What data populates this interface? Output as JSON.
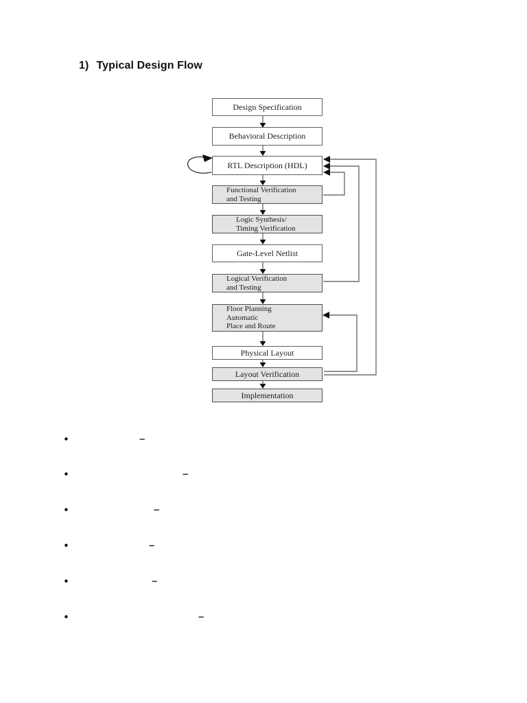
{
  "heading": {
    "number": "1)",
    "title": "Typical Design Flow"
  },
  "flowchart": {
    "boxes": [
      {
        "id": "design-specification",
        "label": "Design Specification",
        "shaded": false
      },
      {
        "id": "behavioral-description",
        "label": "Behavioral Description",
        "shaded": false
      },
      {
        "id": "rtl-description",
        "label": "RTL Description (HDL)",
        "shaded": false
      },
      {
        "id": "functional-verification",
        "label": "Functional Verification\nand Testing",
        "shaded": true
      },
      {
        "id": "logic-synthesis",
        "label": "Logic Synthesis/\nTiming Verification",
        "shaded": true
      },
      {
        "id": "gate-level-netlist",
        "label": "Gate-Level Netlist",
        "shaded": false
      },
      {
        "id": "logical-verification",
        "label": "Logical Verification\nand Testing",
        "shaded": true
      },
      {
        "id": "floor-planning",
        "label": "Floor Planning\nAutomatic\nPlace and Route",
        "shaded": true
      },
      {
        "id": "physical-layout",
        "label": "Physical Layout",
        "shaded": false
      },
      {
        "id": "layout-verification",
        "label": "Layout Verification",
        "shaded": true
      },
      {
        "id": "implementation",
        "label": "Implementation",
        "shaded": true
      }
    ],
    "flow_order": [
      "Design Specification",
      "Behavioral Description",
      "RTL Description (HDL)",
      "Functional Verification and Testing",
      "Logic Synthesis/ Timing Verification",
      "Gate-Level Netlist",
      "Logical Verification and Testing",
      "Floor Planning Automatic Place and Route",
      "Physical Layout",
      "Layout Verification",
      "Implementation"
    ],
    "feedback_edges": [
      "RTL Description (HDL) -> RTL Description (HDL)",
      "Functional Verification and Testing -> RTL Description (HDL)",
      "Logical Verification and Testing -> RTL Description (HDL)",
      "Layout Verification -> RTL Description (HDL)",
      "Layout Verification -> Floor Planning Automatic Place and Route"
    ],
    "colors": {
      "shaded_fill": "#e3e3e3",
      "plain_fill": "#ffffff",
      "box_border": "#4d4d4d",
      "connector": "#6e6e6e",
      "arrowhead": "#111111"
    }
  },
  "bullets": {
    "marker": "•",
    "items": [
      {
        "dash": "–"
      },
      {
        "dash": "–"
      },
      {
        "dash": "–"
      },
      {
        "dash": "–"
      },
      {
        "dash": "–"
      },
      {
        "dash": "–"
      }
    ]
  }
}
